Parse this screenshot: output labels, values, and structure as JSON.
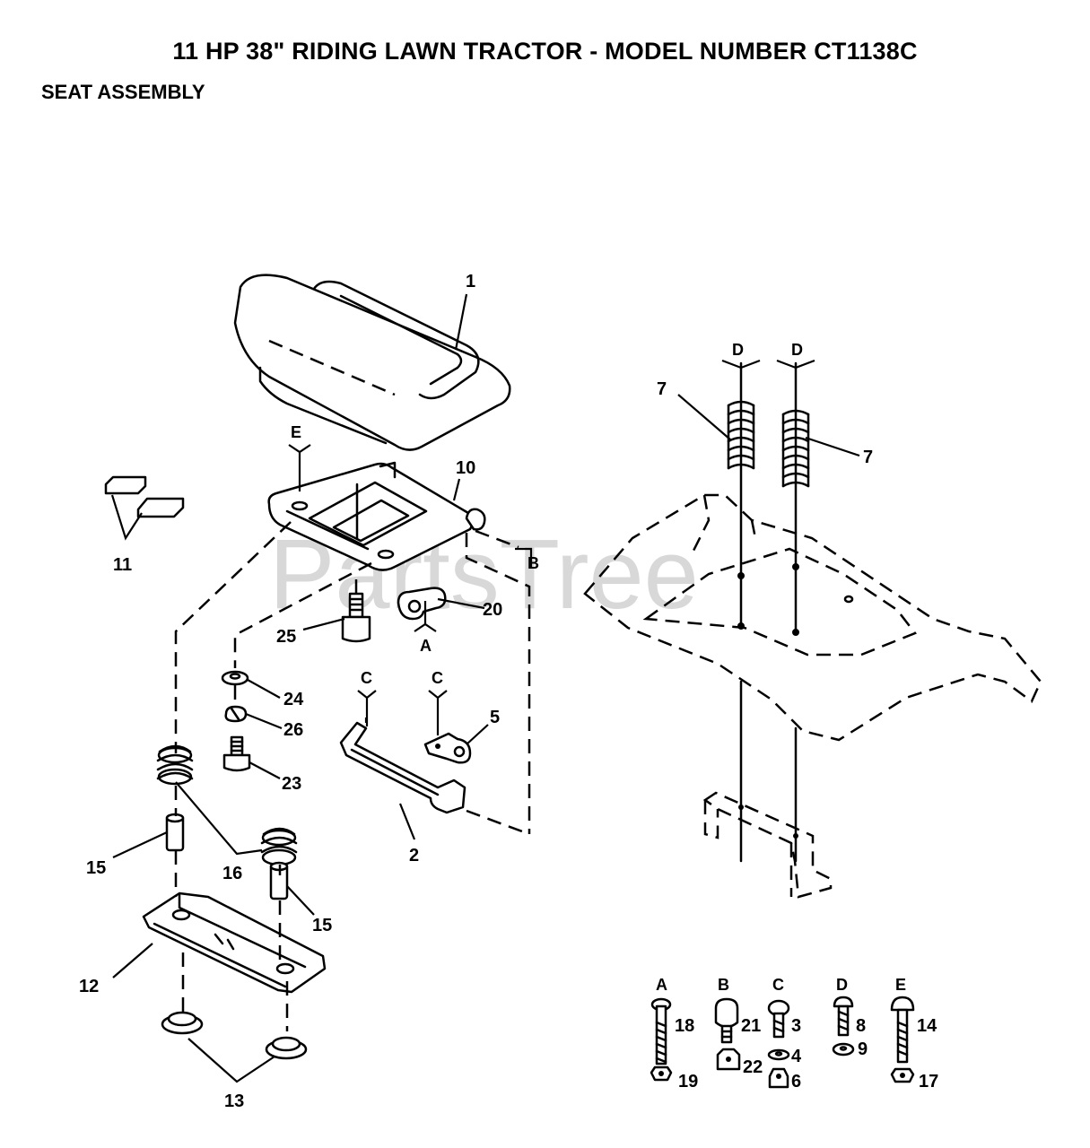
{
  "header": {
    "title": "11 HP 38\" RIDING LAWN TRACTOR - MODEL NUMBER CT1138C",
    "subtitle": "SEAT ASSEMBLY"
  },
  "watermark": "PartsTree",
  "parts": {
    "p1": "1",
    "p2": "2",
    "p5": "5",
    "p7a": "7",
    "p7b": "7",
    "p10": "10",
    "p11": "11",
    "p12": "12",
    "p13": "13",
    "p15a": "15",
    "p15b": "15",
    "p16": "16",
    "p20": "20",
    "p23": "23",
    "p24": "24",
    "p25": "25",
    "p26": "26"
  },
  "refs": {
    "e_top": "E",
    "b_side": "B",
    "a_bottom": "A",
    "c_left": "C",
    "c_right": "C",
    "d_left": "D",
    "d_right": "D"
  },
  "hardware": [
    {
      "letter": "A",
      "bolt": "18",
      "nut": "19"
    },
    {
      "letter": "B",
      "bolt": "21",
      "nut": "22"
    },
    {
      "letter": "C",
      "bolt": "3",
      "washer": "4",
      "nut": "6"
    },
    {
      "letter": "D",
      "bolt": "8",
      "washer": "9"
    },
    {
      "letter": "E",
      "bolt": "14",
      "nut": "17"
    }
  ],
  "colors": {
    "line": "#000000",
    "watermark": "#d8d8d8",
    "background": "#ffffff"
  }
}
